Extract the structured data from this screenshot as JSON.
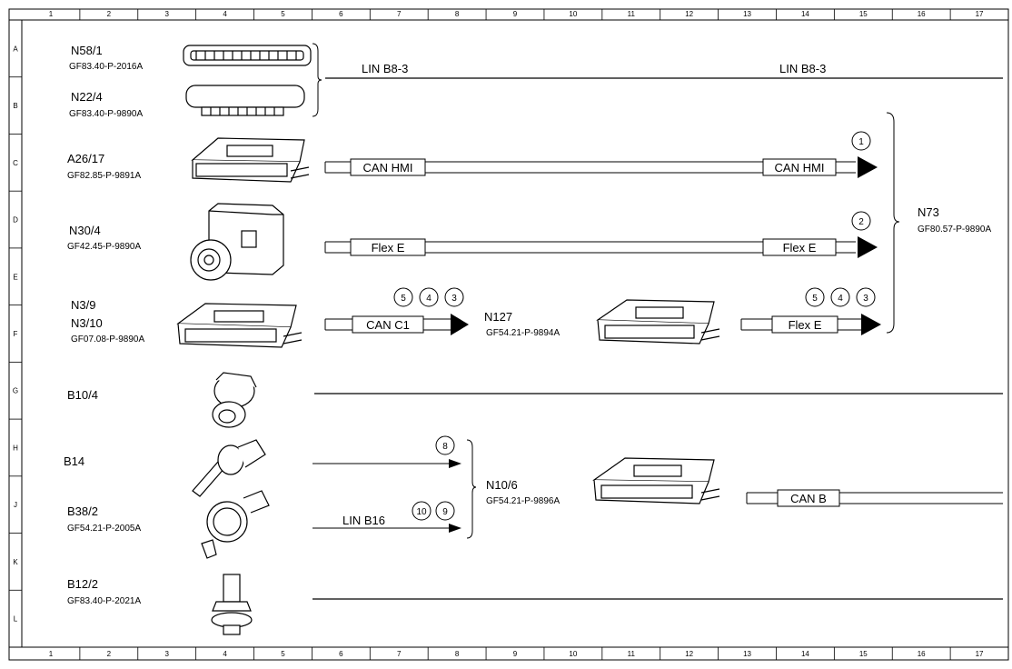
{
  "frame": {
    "columns": [
      "1",
      "2",
      "3",
      "4",
      "5",
      "6",
      "7",
      "8",
      "9",
      "10",
      "11",
      "12",
      "13",
      "14",
      "15",
      "16",
      "17"
    ],
    "rows": [
      "A",
      "B",
      "C",
      "D",
      "E",
      "F",
      "G",
      "H",
      "J",
      "K",
      "L"
    ]
  },
  "components": [
    {
      "id": "N58/1",
      "doc": "GF83.40-P-2016A"
    },
    {
      "id": "N22/4",
      "doc": "GF83.40-P-9890A"
    },
    {
      "id": "A26/17",
      "doc": "GF82.85-P-9891A"
    },
    {
      "id": "N30/4",
      "doc": "GF42.45-P-9890A"
    },
    {
      "id": "N3/9",
      "id2": "N3/10",
      "doc": "GF07.08-P-9890A"
    },
    {
      "id": "B10/4"
    },
    {
      "id": "B14"
    },
    {
      "id": "B38/2",
      "doc": "GF54.21-P-2005A"
    },
    {
      "id": "B12/2",
      "doc": "GF83.40-P-2021A"
    }
  ],
  "targets": {
    "n73": {
      "id": "N73",
      "doc": "GF80.57-P-9890A"
    },
    "n127": {
      "id": "N127",
      "doc": "GF54.21-P-9894A"
    },
    "n10_6": {
      "id": "N10/6",
      "doc": "GF54.21-P-9896A"
    }
  },
  "lines": {
    "lin_b83_left": "LIN B8-3",
    "lin_b83_right": "LIN B8-3",
    "can_hmi_left": "CAN HMI",
    "can_hmi_right": "CAN HMI",
    "flex_e_left": "Flex E",
    "flex_e_right": "Flex E",
    "can_c1": "CAN C1",
    "flex_e_n127": "Flex E",
    "lin_b16": "LIN B16",
    "can_b": "CAN B"
  },
  "callouts": {
    "c1": "1",
    "c2": "2",
    "f5a": "5",
    "f4a": "4",
    "f3a": "3",
    "f5b": "5",
    "f4b": "4",
    "f3b": "3",
    "h8": "8",
    "j10": "10",
    "j9": "9"
  }
}
